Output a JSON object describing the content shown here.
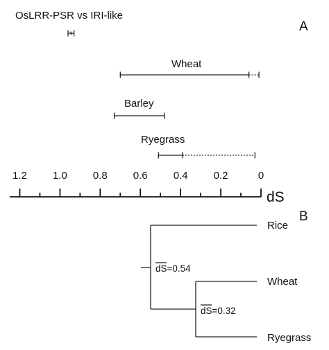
{
  "panel_a": {
    "letter": "A",
    "title": "OsLRR-PSR vs IRI-like",
    "ranges": [
      {
        "label": "",
        "solid": [
          0.96,
          0.93
        ],
        "dotted": null
      },
      {
        "label": "Wheat",
        "solid": [
          0.7,
          0.06
        ],
        "dotted": [
          0.06,
          0.01
        ]
      },
      {
        "label": "Barley",
        "solid": [
          0.73,
          0.48
        ],
        "dotted": null
      },
      {
        "label": "Ryegrass",
        "solid": [
          0.51,
          0.39
        ],
        "dotted": [
          0.39,
          0.03
        ]
      }
    ],
    "axis": {
      "unit": "dS",
      "range": [
        1.25,
        0
      ],
      "ticks": [
        "1.2",
        "1.0",
        "0.8",
        "0.6",
        "0.4",
        "0.2",
        "0"
      ]
    }
  },
  "panel_b": {
    "letter": "B",
    "taxa": [
      "Rice",
      "Wheat",
      "Ryegrass"
    ],
    "node_root": {
      "symbol": "dS",
      "value": "0.54"
    },
    "node_inner": {
      "symbol": "dS",
      "value": "0.32"
    }
  }
}
